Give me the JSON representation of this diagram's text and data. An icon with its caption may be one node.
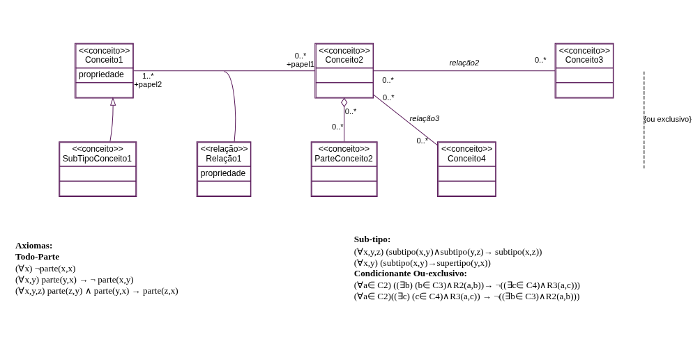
{
  "diagram": {
    "nodes": [
      {
        "text": [
          "<<conceito>>",
          "Conceito1",
          "propriedade"
        ]
      },
      {
        "text": [
          "<<conceito>>",
          "Conceito2"
        ]
      },
      {
        "text": [
          "<<conceito>>",
          "Conceito3"
        ]
      },
      {
        "text": [
          "<<relação>>",
          "Relação1",
          "propriedade"
        ]
      },
      {
        "text": [
          "<<conceito>>",
          "SubTipoConceito1"
        ]
      },
      {
        "text": [
          "<<conceito>>",
          "ParteConceito2"
        ]
      },
      {
        "text": [
          "<<conceito>>",
          "Conceito4"
        ]
      }
    ],
    "edges": [
      {
        "from": 4,
        "to": 0,
        "arrow": "to"
      },
      {
        "from": 0,
        "to": 1,
        "arrow": "none"
      },
      {
        "from": 3,
        "to": null,
        "arrow": "none"
      },
      {
        "from": 1,
        "to": 2,
        "arrow": "none",
        "label": "relação2"
      },
      {
        "from": 1,
        "to": 5,
        "arrow": "other"
      },
      {
        "from": 1,
        "to": 6,
        "arrow": "none",
        "label": "relação3"
      }
    ],
    "labels": [
      "1..*",
      "0..*",
      "0..*",
      "+papel2",
      "+papel1",
      "0..*",
      "0..*",
      "0..*",
      "0..*",
      "0..*",
      "Axiomas:",
      "Todo-Parte",
      "(∀x) ¬parte(x,x)",
      "(∀x,y) parte(y,x) → ¬ parte(x,y)",
      "(∀x,y,z) parte(z,y) ∧ parte(y,x) → parte(z,x)",
      "Sub-tipo:",
      "(∀x,y,z) (subtipo(x,y)∧subtipo(y,z)→ subtipo(x,z))",
      "(∀x,y) (subtipo(x,y)→supertipo(y,x))",
      "Condicionante Ou-exclusivo:",
      "(∀a∈ C2) ((∃b) (b∈ C3)∧R2(a,b))→ ¬((∃c∈ C4)∧R3(a,c)))",
      "(∀a∈ C2)((∃c) (c∈ C4)∧R3(a,c)) → ¬((∃b∈ C3)∧R2(a,b)))",
      "{ou exclusivo}"
    ]
  }
}
